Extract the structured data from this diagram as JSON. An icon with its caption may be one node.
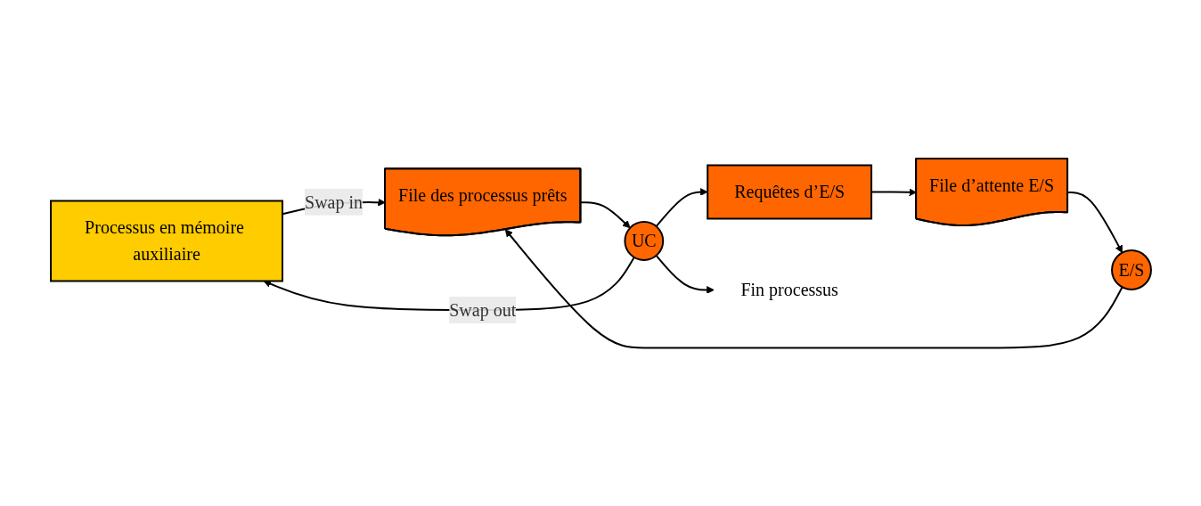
{
  "diagram": {
    "nodes": [
      {
        "text": [
          "Processus en mémoire auxiliaire"
        ]
      },
      {
        "text": [
          "File des processus prêts"
        ]
      },
      {
        "text": [
          "UC"
        ]
      },
      {
        "text": [
          "Requêtes d’E/S"
        ]
      },
      {
        "text": [
          "File d’attente E/S"
        ]
      },
      {
        "text": [
          "E/S"
        ]
      },
      {
        "text": [
          "Fin processus"
        ]
      }
    ],
    "edges": [
      {
        "from": 2,
        "to": 0,
        "arrow": "to",
        "label": "Swap out"
      },
      {
        "from": 0,
        "to": 1,
        "arrow": "to",
        "label": "Swap in"
      },
      {
        "from": 5,
        "to": 1,
        "arrow": "to"
      },
      {
        "from": 1,
        "to": 2,
        "arrow": "to"
      },
      {
        "from": 2,
        "to": 6,
        "arrow": "to"
      },
      {
        "from": 2,
        "to": 3,
        "arrow": "to"
      },
      {
        "from": 3,
        "to": 4,
        "arrow": "to"
      },
      {
        "from": 4,
        "to": 5,
        "arrow": "to"
      }
    ]
  }
}
